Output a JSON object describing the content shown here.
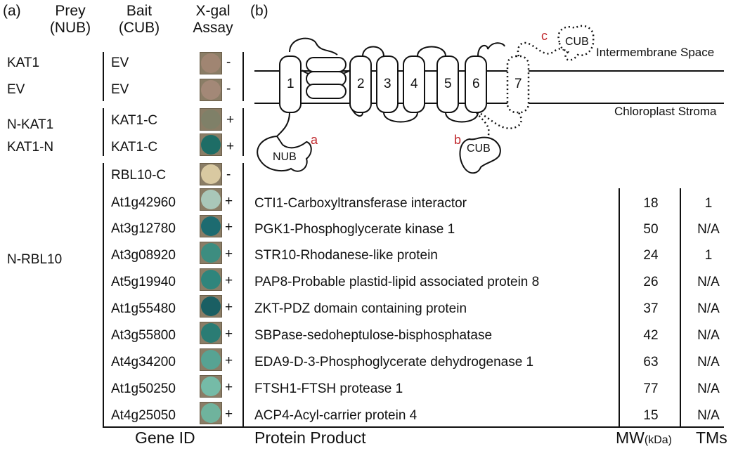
{
  "panel_a": {
    "label": "(a)",
    "headers": {
      "prey": "Prey\n(NUB)",
      "bait": "Bait\n(CUB)",
      "xgal": "X-gal\nAssay"
    },
    "controls": [
      {
        "prey": "KAT1",
        "bait": "EV",
        "color": "#a08572",
        "result": "-"
      },
      {
        "prey": "EV",
        "bait": "EV",
        "color": "#a38877",
        "result": "-"
      },
      {
        "prey": "N-KAT1",
        "bait": "KAT1-C",
        "color": "#7f8068",
        "result": "+"
      },
      {
        "prey": "KAT1-N",
        "bait": "KAT1-C",
        "color": "#1e6d66",
        "result": "+"
      }
    ],
    "rbl": {
      "prey": "N-RBL10",
      "rows": [
        {
          "bait": "RBL10-C",
          "color": "#d9c9a1",
          "result": "-"
        },
        {
          "bait": "At1g42960",
          "color": "#a9c7b9",
          "result": "+"
        },
        {
          "bait": "At3g12780",
          "color": "#1d6b70",
          "result": "+"
        },
        {
          "bait": "At3g08920",
          "color": "#3d8d80",
          "result": "+"
        },
        {
          "bait": "At5g19940",
          "color": "#2f857c",
          "result": "+"
        },
        {
          "bait": "At1g55480",
          "color": "#1a5f63",
          "result": "+"
        },
        {
          "bait": "At3g55800",
          "color": "#2a7c74",
          "result": "+"
        },
        {
          "bait": "At4g34200",
          "color": "#57a393",
          "result": "+"
        },
        {
          "bait": "At1g50250",
          "color": "#75bba7",
          "result": "+"
        },
        {
          "bait": "At4g25050",
          "color": "#6fb39d",
          "result": "+"
        }
      ]
    },
    "footer_gene_id": "Gene ID"
  },
  "panel_b": {
    "label": "(b)",
    "intermembrane": "Intermembrane Space",
    "stroma": "Chloroplast Stroma",
    "helices": [
      "1",
      "2",
      "3",
      "4",
      "5",
      "6",
      "7"
    ],
    "nub": "NUB",
    "cub": "CUB",
    "mark_a": "a",
    "mark_b": "b",
    "mark_c": "c",
    "accent": "#c0282d",
    "proteins": [
      {
        "name": "CTI1-Carboxyltransferase interactor",
        "mw": "18",
        "tms": "1"
      },
      {
        "name": "PGK1-Phosphoglycerate kinase 1",
        "mw": "50",
        "tms": "N/A"
      },
      {
        "name": "STR10-Rhodanese-like protein",
        "mw": "24",
        "tms": "1"
      },
      {
        "name": "PAP8-Probable plastid-lipid associated protein 8",
        "mw": "26",
        "tms": "N/A"
      },
      {
        "name": "ZKT-PDZ domain containing protein",
        "mw": "37",
        "tms": "N/A"
      },
      {
        "name": "SBPase-sedoheptulose-bisphosphatase",
        "mw": "42",
        "tms": "N/A"
      },
      {
        "name": "EDA9-D-3-Phosphoglycerate dehydrogenase 1",
        "mw": "63",
        "tms": "N/A"
      },
      {
        "name": "FTSH1-FTSH protease 1",
        "mw": "77",
        "tms": "N/A"
      },
      {
        "name": "ACP4-Acyl-carrier protein 4",
        "mw": "15",
        "tms": "N/A"
      }
    ],
    "footer_protein": "Protein Product",
    "footer_mw": "MW",
    "footer_mw_unit": "(kDa)",
    "footer_tms": "TMs"
  }
}
